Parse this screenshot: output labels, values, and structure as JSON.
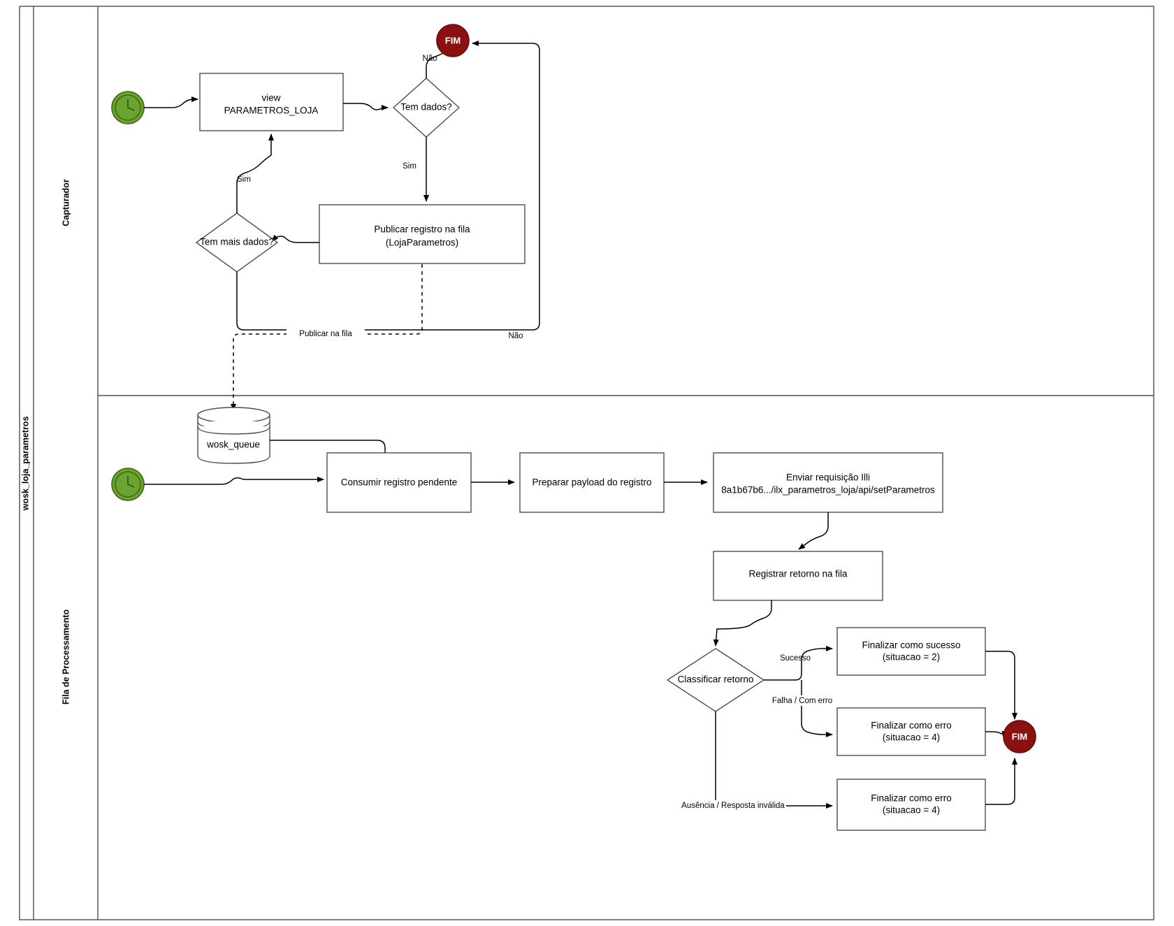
{
  "pool": {
    "label": "wosk_loja_parametros"
  },
  "lanes": [
    {
      "id": "capturador",
      "label": "Capturador"
    },
    {
      "id": "fila",
      "label": "Fila de Processamento"
    }
  ],
  "colors": {
    "start_event": "#6aa330",
    "end_event": "#8b1010",
    "shape_stroke": "#4d4d4d",
    "edge": "#000000",
    "background": "#ffffff"
  },
  "nodes": {
    "start_capturador": {
      "type": "start-event",
      "icon": "clock-icon",
      "label": ""
    },
    "view_parametros": {
      "type": "task",
      "line1": "view",
      "line2": "PARAMETROS_LOJA"
    },
    "tem_dados": {
      "type": "gateway",
      "label": "Tem dados?"
    },
    "fim_top": {
      "type": "end-event",
      "label": "FIM"
    },
    "publicar_registro": {
      "type": "task",
      "line1": "Publicar registro na fila",
      "line2": "(LojaParametros)"
    },
    "tem_mais_dados": {
      "type": "gateway",
      "label": "Tem mais dados?"
    },
    "wosk_queue": {
      "type": "datastore",
      "label": "wosk_queue"
    },
    "start_fila": {
      "type": "start-event",
      "icon": "clock-icon",
      "label": ""
    },
    "consumir_registro": {
      "type": "task",
      "line1": "Consumir registro pendente",
      "line2": ""
    },
    "preparar_payload": {
      "type": "task",
      "line1": "Preparar payload do registro",
      "line2": ""
    },
    "enviar_requisicao": {
      "type": "task",
      "line1": "Enviar requisição Illi",
      "line2": "8a1b67b6.../ilx_parametros_loja/api/setParametros"
    },
    "registrar_retorno": {
      "type": "task",
      "line1": "Registrar retorno na fila",
      "line2": ""
    },
    "classificar_retorno": {
      "type": "gateway",
      "label": "Classificar retorno"
    },
    "finalizar_sucesso": {
      "type": "task",
      "line1": "Finalizar como sucesso",
      "line2": "(situacao = 2)"
    },
    "finalizar_erro_1": {
      "type": "task",
      "line1": "Finalizar como erro",
      "line2": "(situacao = 4)"
    },
    "finalizar_erro_2": {
      "type": "task",
      "line1": "Finalizar como erro",
      "line2": "(situacao = 4)"
    },
    "fim_bottom": {
      "type": "end-event",
      "label": "FIM"
    }
  },
  "edge_labels": {
    "nao_top": "Não",
    "sim_down": "Sim",
    "sim_loop": "Sim",
    "nao_loop": "Não",
    "publicar_na_fila": "Publicar na fila",
    "sucesso": "Sucesso",
    "falha_com_erro": "Falha / Com erro",
    "ausencia_resposta": "Ausência / Resposta inválida"
  }
}
